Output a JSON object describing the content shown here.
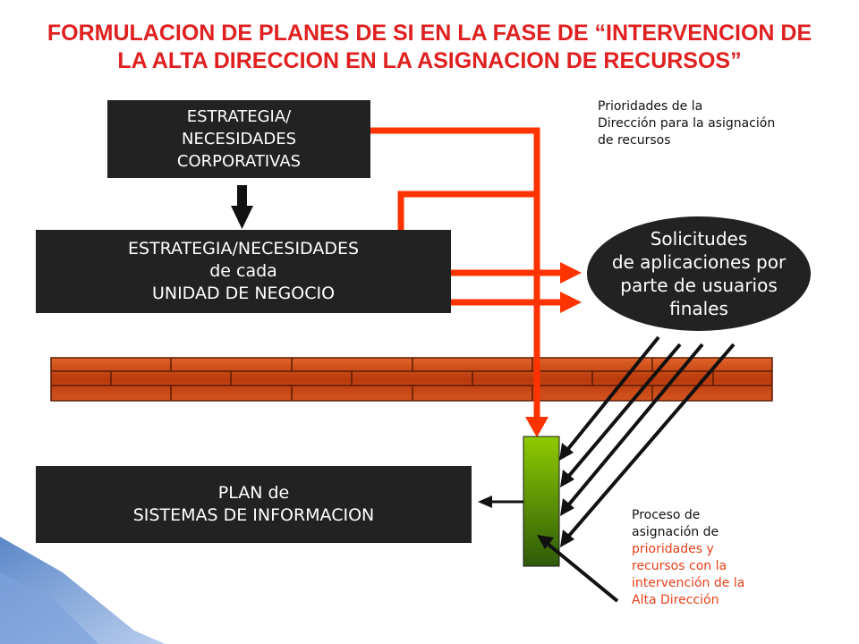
{
  "title": {
    "line1": "FORMULACION DE PLANES DE SI  EN LA FASE DE “INTERVENCION  DE",
    "line2": "LA ALTA DIRECCION EN LA ASIGNACION DE RECURSOS”"
  },
  "corporate_box": {
    "lines": [
      "ESTRATEGIA/",
      "NECESIDADES",
      "CORPORATIVAS"
    ]
  },
  "unit_box": {
    "lines": [
      "ESTRATEGIA/NECESIDADES",
      "de cada",
      "UNIDAD DE NEGOCIO"
    ]
  },
  "plan_box": {
    "lines": [
      "PLAN de",
      "SISTEMAS DE INFORMACION"
    ]
  },
  "requests_ellipse": {
    "lines": [
      "Solicitudes",
      "de aplicaciones por",
      "parte de usuarios",
      "finales"
    ]
  },
  "note_priorities": {
    "lines": [
      "Prioridades de la",
      "Dirección para la asignación",
      "de recursos"
    ]
  },
  "note_process": {
    "black_lines": [
      "Proceso de",
      "asignación de"
    ],
    "red_lines": [
      "prioridades y",
      "recursos con la",
      "intervención de la",
      "Alta Dirección"
    ]
  },
  "colors": {
    "title": "#e02020",
    "box_fill": "#222222",
    "connector": "#ff3300",
    "brick": "#c84a12",
    "green_bar_top": "#8ecb00",
    "green_bar_bottom": "#2e5a0a",
    "note_red": "#e8401a"
  }
}
